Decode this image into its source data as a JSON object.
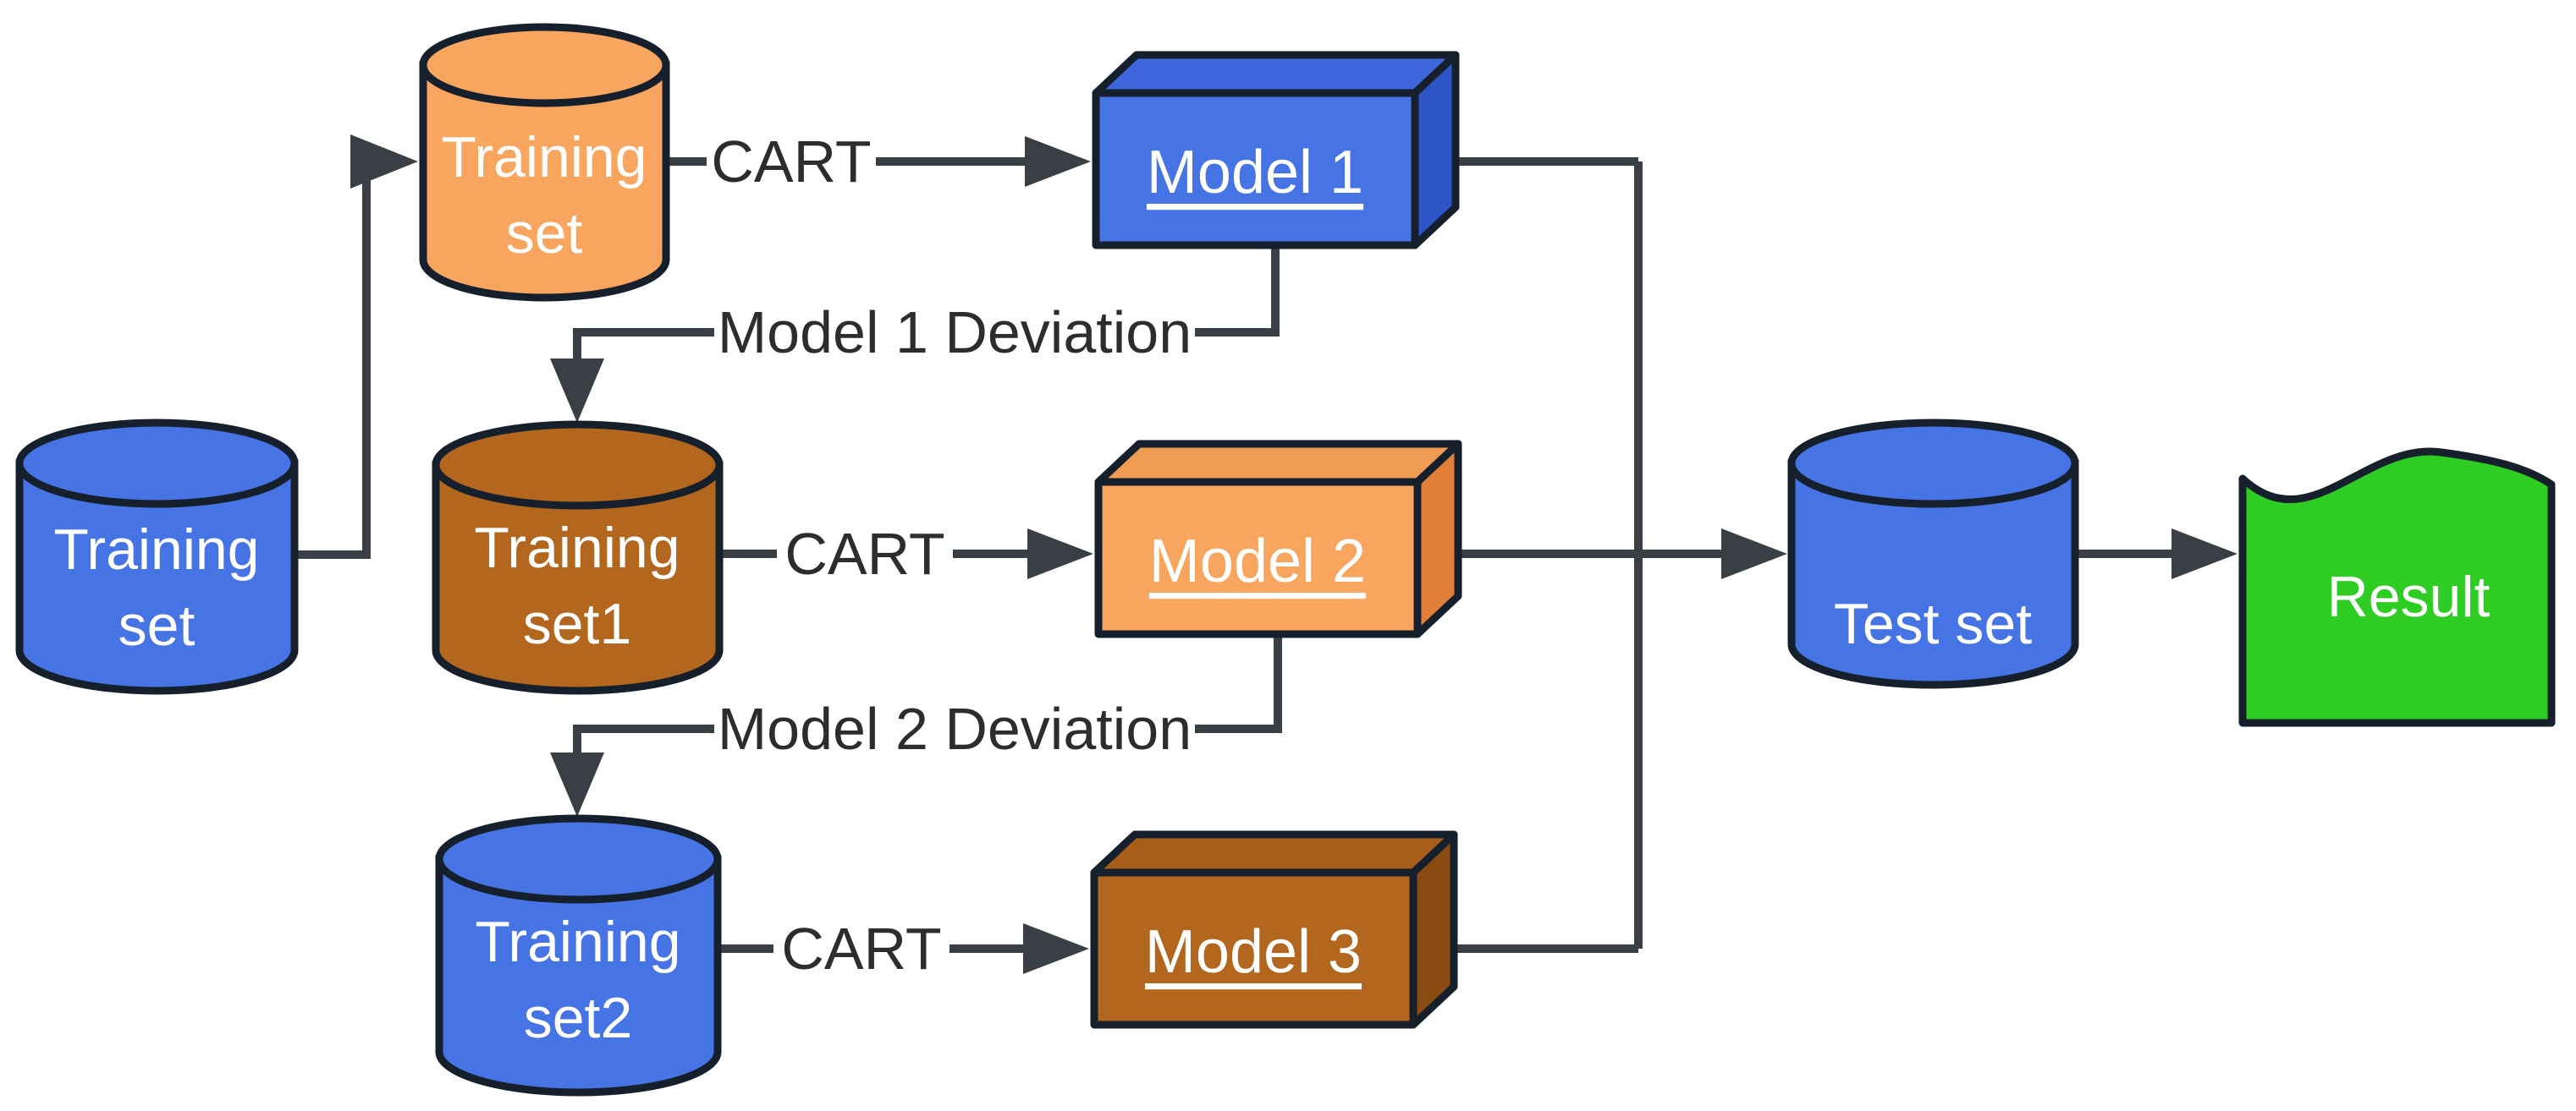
{
  "colors": {
    "line": "#3A3F45",
    "outline": "#16202C",
    "label_text": "#2D2D2D",
    "node_text": "#FFFFFF"
  },
  "nodes": {
    "training_set": {
      "line1": "Training",
      "line2": "set",
      "color": "#4674E4"
    },
    "training_set_sample": {
      "line1": "Training",
      "line2": "set",
      "color": "#F8A55F"
    },
    "training_set1": {
      "line1": "Training",
      "line2": "set1",
      "color": "#B2661E"
    },
    "training_set2": {
      "line1": "Training",
      "line2": "set2",
      "color": "#4674E4"
    },
    "model1": {
      "label": "Model 1",
      "face": "#4674E4",
      "top": "#3D67DA",
      "side": "#2C55C8"
    },
    "model2": {
      "label": "Model 2",
      "face": "#F8A55F",
      "top": "#F09B52",
      "side": "#E17F38"
    },
    "model3": {
      "label": "Model 3",
      "face": "#B2661E",
      "top": "#A85E1A",
      "side": "#8A4B12"
    },
    "test_set": {
      "label": "Test set",
      "color": "#4674E4"
    },
    "result": {
      "label": "Result",
      "color": "#2FCC23"
    }
  },
  "labels": {
    "cart1": "CART",
    "cart2": "CART",
    "cart3": "CART",
    "deviation1": "Model 1 Deviation",
    "deviation2": "Model 2 Deviation"
  }
}
